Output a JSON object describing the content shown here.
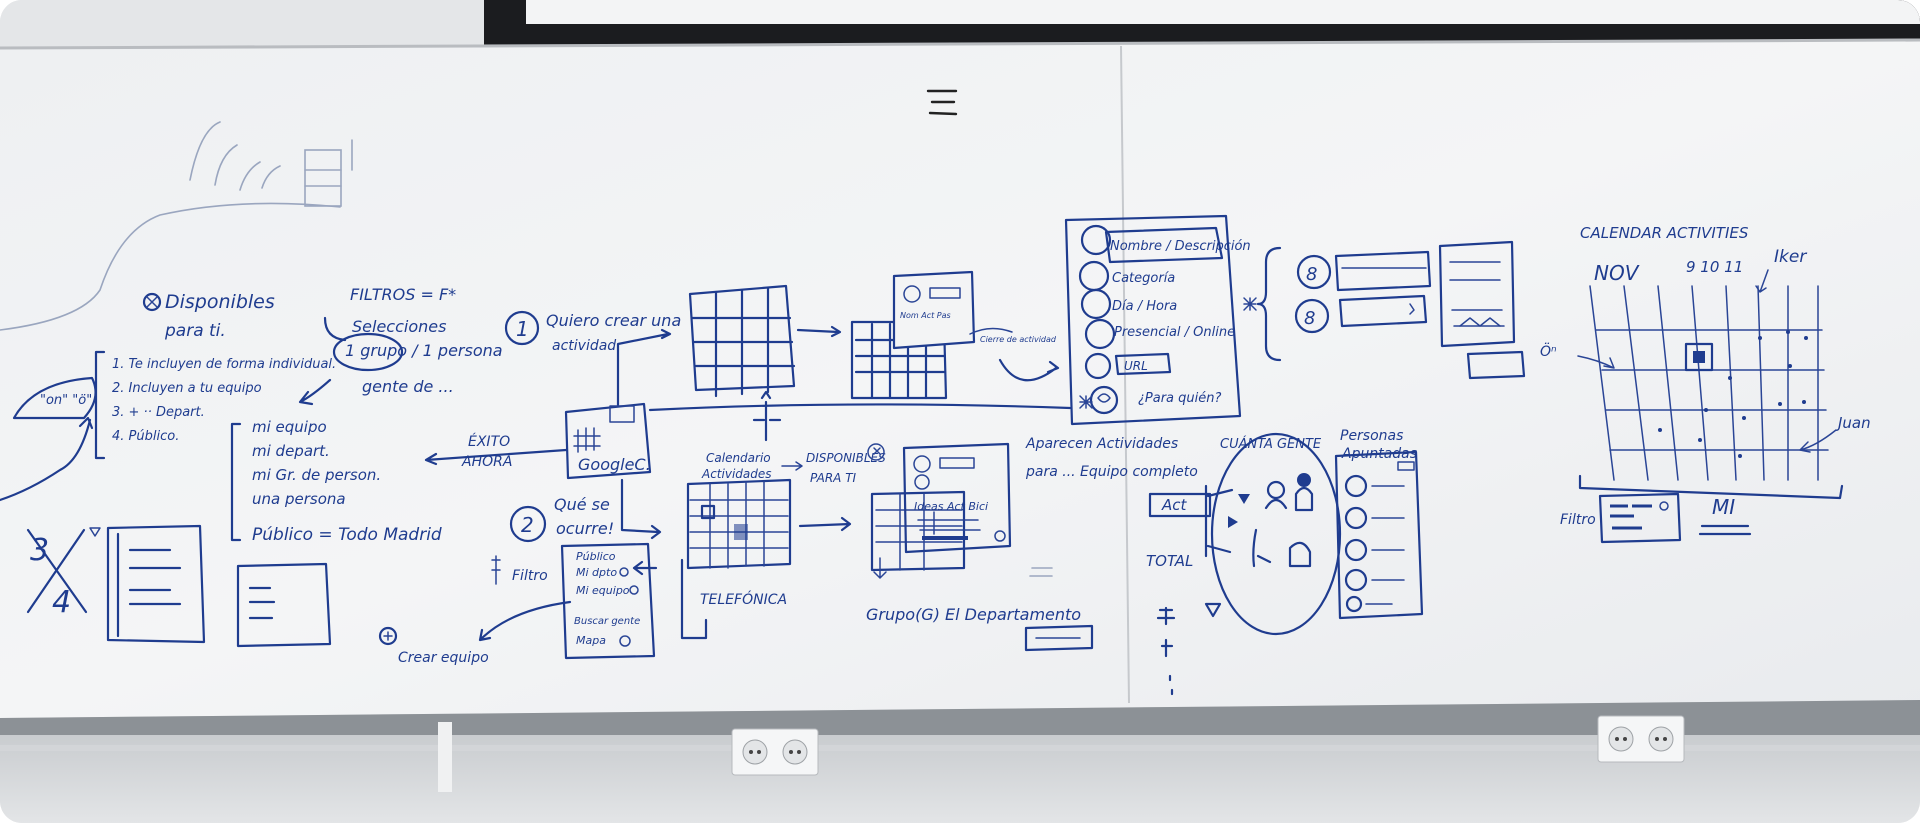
{
  "photo": {
    "colors": {
      "board": "#f2f3f4",
      "ink": "#1f3c8f",
      "tray": "#dfe2e4",
      "projector_screen": "#1b1c1f"
    }
  },
  "sketches": {
    "disponibles": {
      "title_line1": "Disponibles",
      "title_line2": "para ti.",
      "list": [
        "1. Te incluyen de forma individual.",
        "2. Incluyen a tu equipo",
        "3. + ·· Depart.",
        "4. Público."
      ],
      "bubble": "\"on\" \"ö\""
    },
    "filtros": {
      "title": "FILTROS = F*",
      "seleccionas": "Selecciones",
      "grupo": "1 grupo / 1 persona",
      "gente": "gente de ..."
    },
    "targets": [
      "mi equipo",
      "mi depart.",
      "mi Gr. de person.",
      "una persona",
      "Público = Todo Madrid"
    ],
    "crear": {
      "step": "1",
      "line1": "Quiero crear una",
      "line2": "actividad"
    },
    "google": {
      "name": "GoogleC.",
      "exito": "ÉXITO",
      "ahora": "AHORA"
    },
    "ocurre": {
      "step": "2",
      "line1": "Qué se",
      "line2": "ocurre!",
      "filtro": "Filtro",
      "options": [
        "Público",
        "Mi dpto",
        "Mi equipo",
        "Buscar gente",
        "Mapa"
      ],
      "crear_equipo": "Crear equipo"
    },
    "calendario": {
      "label_line1": "Calendario",
      "label_line2": "Actividades",
      "disponible_line1": "DISPONIBLES",
      "disponible_line2": "PARA TI",
      "telefonica": "TELEFÓNICA",
      "grupo": "Grupo(G)  El Departamento",
      "form_title": "Ideas Act Bici"
    },
    "aparecen": {
      "line1": "Aparecen Actividades",
      "line2": "para ... Equipo completo"
    },
    "form": {
      "fields": [
        "Nombre / Descripción",
        "Categoría",
        "Día / Hora",
        "Presencial / Online",
        "URL",
        "¿Para quién?"
      ]
    },
    "cuanta": {
      "title": "CUÁNTA GENTE",
      "act": "Act",
      "total": "TOTAL",
      "personas_line1": "Personas",
      "personas_line2": "Apuntadas"
    },
    "calendar_right": {
      "title": "CALENDAR ACTIVITIES",
      "month": "NOV",
      "days": "9  10  11",
      "name1": "Iker",
      "name2": "Juan",
      "day_label": "MI",
      "filtro": "Filtro"
    }
  }
}
